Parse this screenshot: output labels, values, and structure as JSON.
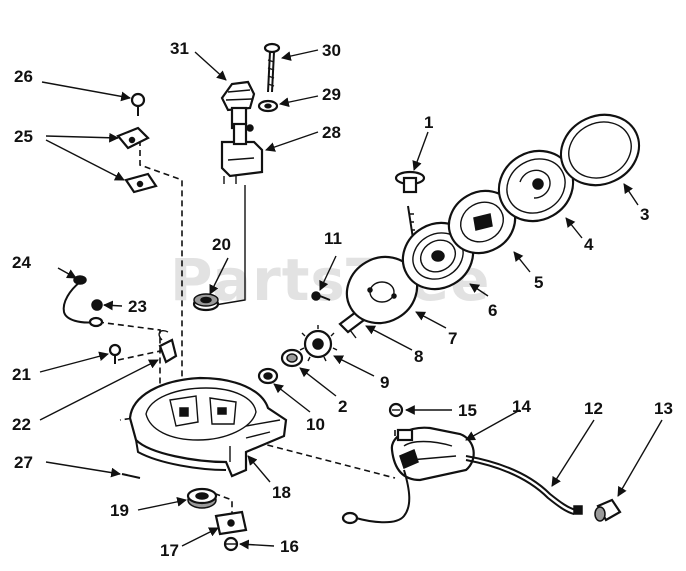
{
  "watermark": "PartsTree",
  "callouts": {
    "c1": "1",
    "c2": "2",
    "c3": "3",
    "c4": "4",
    "c5": "5",
    "c6": "6",
    "c7": "7",
    "c8": "8",
    "c9": "9",
    "c10": "10",
    "c11": "11",
    "c12": "12",
    "c13": "13",
    "c14": "14",
    "c15": "15",
    "c16": "16",
    "c17": "17",
    "c18": "18",
    "c19": "19",
    "c20": "20",
    "c21": "21",
    "c22": "22",
    "c23": "23",
    "c24": "24",
    "c25": "25",
    "c26": "26",
    "c27": "27",
    "c28": "28",
    "c29": "29",
    "c30": "30",
    "c31": "31"
  }
}
